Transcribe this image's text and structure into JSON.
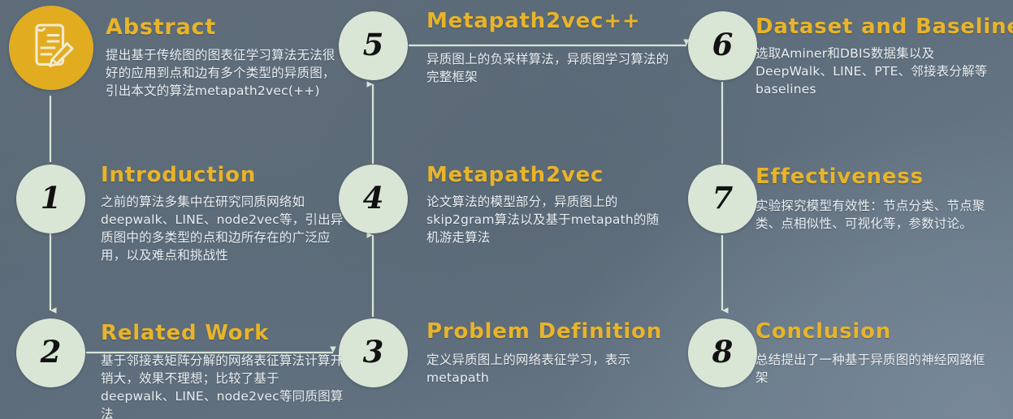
{
  "theme": {
    "background_base": "#5d6c7b",
    "node_fill": "#d9e6d6",
    "icon_node_fill": "#e2ac20",
    "heading_color": "#e8b42a",
    "body_text_color": "#e9eef1",
    "connector_color": "#d9e6d6"
  },
  "icon_node": {
    "icon": "document-pencil-icon",
    "label": "Abstract"
  },
  "nodes": [
    {
      "number": "1",
      "title": "Introduction",
      "body": "之前的算法多集中在研究同质网络如deepwalk、LINE、node2vec等，引出异质图中的多类型的点和边所存在的广泛应用，以及难点和挑战性"
    },
    {
      "number": "2",
      "title": "Related Work",
      "body": "基于邻接表矩阵分解的网络表征算法计算开销大，效果不理想；比较了基于deepwalk、LINE、node2vec等同质图算法"
    },
    {
      "number": "3",
      "title": "Problem Definition",
      "body": "定义异质图上的网络表征学习，表示metapath"
    },
    {
      "number": "4",
      "title": "Metapath2vec",
      "body": "论文算法的模型部分，异质图上的skip2gram算法以及基于metapath的随机游走算法"
    },
    {
      "number": "5",
      "title": "Metapath2vec++",
      "body": "异质图上的负采样算法，异质图学习算法的完整框架"
    },
    {
      "number": "6",
      "title": "Dataset and Baselines",
      "body": "选取Aminer和DBIS数据集以及DeepWalk、LINE、PTE、邻接表分解等baselines"
    },
    {
      "number": "7",
      "title": "Effectiveness",
      "body": "实验探究模型有效性：节点分类、节点聚类、点相似性、可视化等，参数讨论。"
    },
    {
      "number": "8",
      "title": "Conclusion",
      "body": "总结提出了一种基于异质图的神经网路框架"
    }
  ],
  "abstract": {
    "title": "Abstract",
    "body": "提出基于传统图的图表征学习算法无法很好的应用到点和边有多个类型的异质图，引出本文的算法metapath2vec(++)"
  }
}
